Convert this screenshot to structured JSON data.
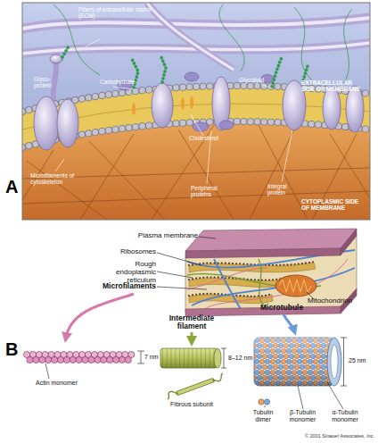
{
  "diagram": {
    "labels": [
      "Fibers of extracellular matrix (ECM)",
      "Glyco- protein",
      "Carbohydrate",
      "Glycolipid",
      "EXTRACELLULAR SIDE OF MEMBRANE",
      "Cholesterol",
      "Microfilaments of cytoskeleton",
      "Peripheral proteins",
      "Integral protein",
      "CYTOPLASMIC SIDE OF MEMBRANE",
      "A",
      "Plasma membrane",
      "Ribosomes",
      "Rough endoplasmic reticulum",
      "Microfilaments",
      "Mitochondrion",
      "Intermediate filament",
      "Microtubule",
      "7 nm",
      "Actin monomer",
      "8–12 nm",
      "Fibrous subunit",
      "25 nm",
      "Tubulin dimer",
      "β-Tubulin monomer",
      "α-Tubulin monomer",
      "© 2001 Sinauer Associates, Inc.",
      "B"
    ]
  }
}
